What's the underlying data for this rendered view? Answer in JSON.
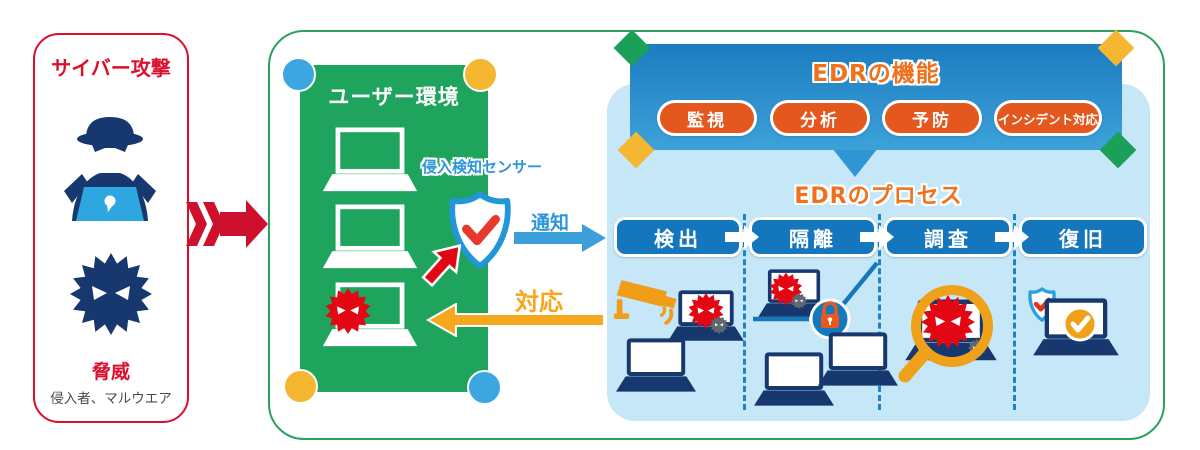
{
  "threat_panel": {
    "title": "サイバー攻撃",
    "threat_label": "脅威",
    "threat_desc": "侵入者、マルウエア"
  },
  "user_env": {
    "title": "ユーザー環境",
    "sensor_label": "侵入検知センサー"
  },
  "flow": {
    "notify_label": "通知",
    "respond_label": "対応"
  },
  "edr_functions": {
    "title": "EDRの機能",
    "items": [
      {
        "label": "監視"
      },
      {
        "label": "分析"
      },
      {
        "label": "予防"
      },
      {
        "label": "インシデント対応"
      }
    ]
  },
  "edr_process": {
    "title": "EDRのプロセス",
    "steps": [
      {
        "label": "検出"
      },
      {
        "label": "隔離"
      },
      {
        "label": "調査"
      },
      {
        "label": "復旧"
      }
    ]
  },
  "icons": {
    "hacker": "hacker-icon",
    "malware": "malware-icon",
    "shield_check": "shield-check-icon",
    "camera": "surveillance-camera-icon",
    "padlock": "padlock-icon",
    "magnifier": "magnifier-icon",
    "laptop": "laptop-icon",
    "bug": "bug-icon",
    "check_circle": "check-circle-icon",
    "attack_arrow": "attack-arrow-icon"
  },
  "colors": {
    "red": "#dc0f2c",
    "crimson": "#cf0f2e",
    "navy": "#16386e",
    "green": "#1fa45e",
    "panel_border_green": "#2ba05f",
    "banner_blue_top": "#1b7cc0",
    "banner_blue_bottom": "#3ea2d9",
    "step_blue": "#1477bd",
    "light_blue": "#c5e7f7",
    "orange": "#e4581f",
    "amber": "#f5a71d",
    "yellow": "#f5b732",
    "sky_blue": "#3ba6df"
  }
}
